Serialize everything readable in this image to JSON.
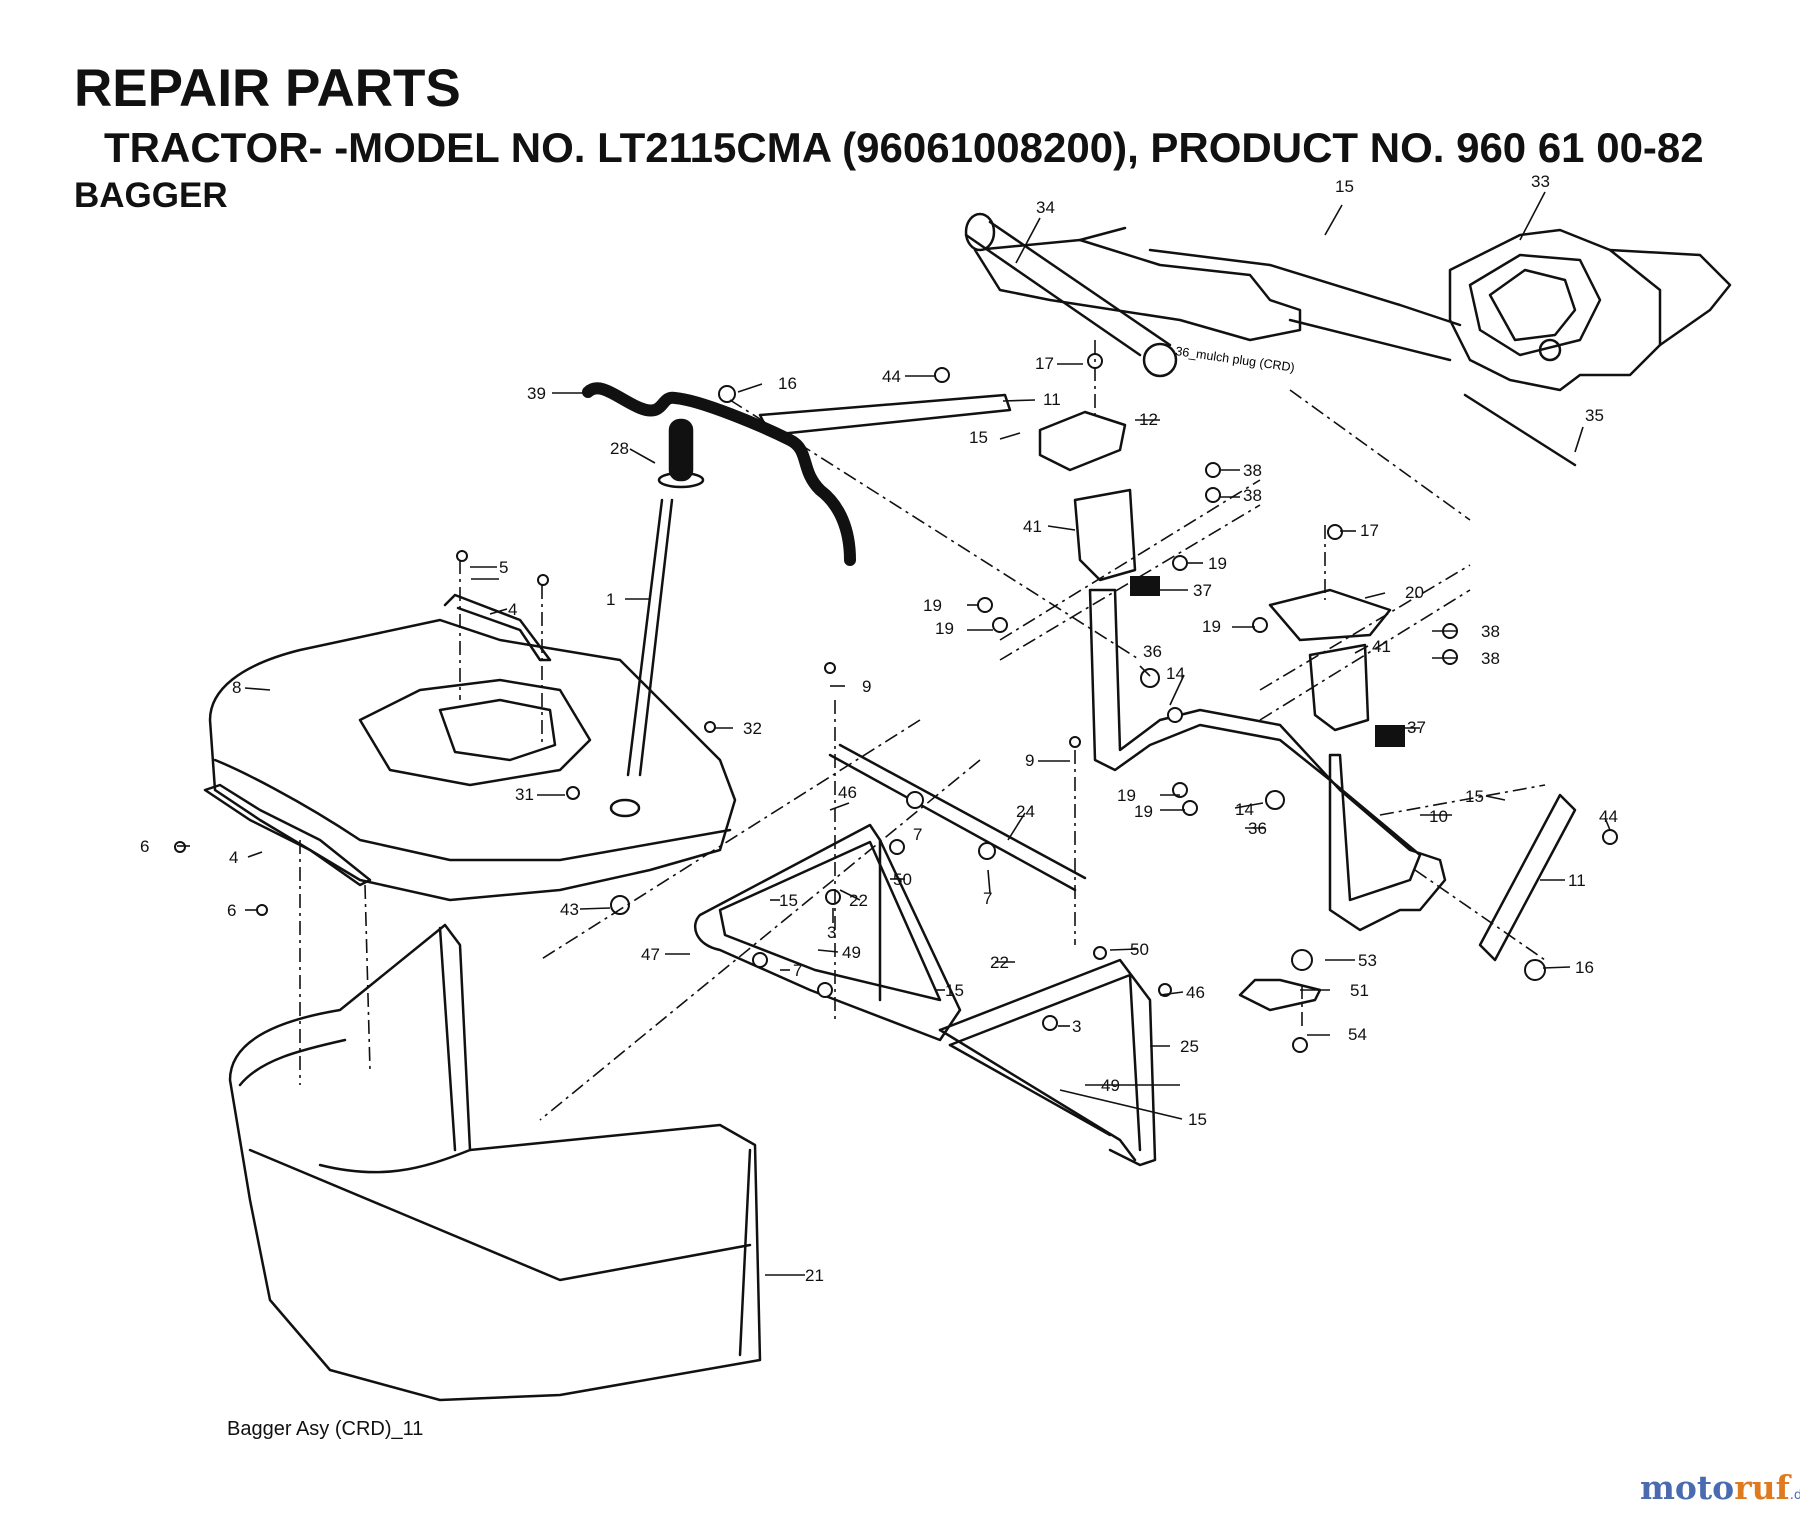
{
  "header": {
    "title": "REPAIR PARTS",
    "subtitle": "TRACTOR- -MODEL NO. LT2115CMA (96061008200), PRODUCT NO. 960 61 00-82",
    "section": "BAGGER"
  },
  "diagram": {
    "caption": "Bagger Asy (CRD)_11",
    "mulch_plug_label": "36_mulch plug (CRD)"
  },
  "callouts": [
    {
      "id": "c34",
      "text": "34"
    },
    {
      "id": "c15a",
      "text": "15"
    },
    {
      "id": "c33",
      "text": "33"
    },
    {
      "id": "c39",
      "text": "39"
    },
    {
      "id": "c16a",
      "text": "16"
    },
    {
      "id": "c44a",
      "text": "44"
    },
    {
      "id": "c11a",
      "text": "11"
    },
    {
      "id": "c17a",
      "text": "17"
    },
    {
      "id": "c12",
      "text": "12"
    },
    {
      "id": "c15b",
      "text": "15"
    },
    {
      "id": "c35",
      "text": "35"
    },
    {
      "id": "c28",
      "text": "28"
    },
    {
      "id": "c38a",
      "text": "38"
    },
    {
      "id": "c38b",
      "text": "38"
    },
    {
      "id": "c41a",
      "text": "41"
    },
    {
      "id": "c19a",
      "text": "19"
    },
    {
      "id": "c17b",
      "text": "17"
    },
    {
      "id": "c5",
      "text": "5"
    },
    {
      "id": "c1",
      "text": "1"
    },
    {
      "id": "c4a",
      "text": "4"
    },
    {
      "id": "c37a",
      "text": "37"
    },
    {
      "id": "c20",
      "text": "20"
    },
    {
      "id": "c19b",
      "text": "19"
    },
    {
      "id": "c19c",
      "text": "19"
    },
    {
      "id": "c19d",
      "text": "19"
    },
    {
      "id": "c38c",
      "text": "38"
    },
    {
      "id": "c38d",
      "text": "38"
    },
    {
      "id": "c41b",
      "text": "41"
    },
    {
      "id": "c36a",
      "text": "36"
    },
    {
      "id": "c14a",
      "text": "14"
    },
    {
      "id": "c8",
      "text": "8"
    },
    {
      "id": "c9a",
      "text": "9"
    },
    {
      "id": "c32",
      "text": "32"
    },
    {
      "id": "c37b",
      "text": "37"
    },
    {
      "id": "c9b",
      "text": "9"
    },
    {
      "id": "c31",
      "text": "31"
    },
    {
      "id": "c46a",
      "text": "46"
    },
    {
      "id": "c7a",
      "text": "7"
    },
    {
      "id": "c24",
      "text": "24"
    },
    {
      "id": "c19e",
      "text": "19"
    },
    {
      "id": "c19f",
      "text": "19"
    },
    {
      "id": "c15c",
      "text": "15"
    },
    {
      "id": "c14b",
      "text": "14"
    },
    {
      "id": "c36b",
      "text": "36"
    },
    {
      "id": "c10",
      "text": "10"
    },
    {
      "id": "c44b",
      "text": "44"
    },
    {
      "id": "c6a",
      "text": "6"
    },
    {
      "id": "c4b",
      "text": "4"
    },
    {
      "id": "c50a",
      "text": "50"
    },
    {
      "id": "c22a",
      "text": "22"
    },
    {
      "id": "c7b",
      "text": "7"
    },
    {
      "id": "c11b",
      "text": "11"
    },
    {
      "id": "c6b",
      "text": "6"
    },
    {
      "id": "c43",
      "text": "43"
    },
    {
      "id": "c15d",
      "text": "15"
    },
    {
      "id": "c3a",
      "text": "3"
    },
    {
      "id": "c47",
      "text": "47"
    },
    {
      "id": "c49a",
      "text": "49"
    },
    {
      "id": "c7c",
      "text": "7"
    },
    {
      "id": "c50b",
      "text": "50"
    },
    {
      "id": "c22b",
      "text": "22"
    },
    {
      "id": "c53",
      "text": "53"
    },
    {
      "id": "c16b",
      "text": "16"
    },
    {
      "id": "c15e",
      "text": "15"
    },
    {
      "id": "c46b",
      "text": "46"
    },
    {
      "id": "c51",
      "text": "51"
    },
    {
      "id": "c3b",
      "text": "3"
    },
    {
      "id": "c54",
      "text": "54"
    },
    {
      "id": "c25",
      "text": "25"
    },
    {
      "id": "c49b",
      "text": "49"
    },
    {
      "id": "c15f",
      "text": "15"
    },
    {
      "id": "c21",
      "text": "21"
    }
  ],
  "watermark": {
    "part1": "moto",
    "part2": "ruf",
    "part3": ".de"
  }
}
